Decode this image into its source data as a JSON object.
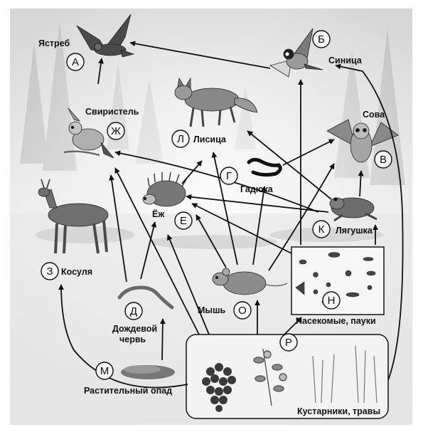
{
  "organisms": {
    "hawk": {
      "name": "Ястреб",
      "letter": "А"
    },
    "tit": {
      "name": "Синица",
      "letter": "Б"
    },
    "owl": {
      "name": "Сова",
      "letter": "В"
    },
    "viper": {
      "name": "Гадюка",
      "letter": "Г"
    },
    "worm": {
      "name_line1": "Дождевой",
      "name_line2": "червь",
      "letter": "Д"
    },
    "hedgehog": {
      "name": "Ёж",
      "letter": "Е"
    },
    "waxwing": {
      "name": "Свиристель",
      "letter": "Ж"
    },
    "roe": {
      "name": "Косуля",
      "letter": "З"
    },
    "frog": {
      "name": "Лягушка",
      "letter": "К"
    },
    "fox": {
      "name": "Лисица",
      "letter": "Л"
    },
    "litter": {
      "name": "Растительный опад",
      "letter": "М"
    },
    "insects": {
      "name": "Насекомые, пауки",
      "letter": "Н"
    },
    "mouse": {
      "name": "Мышь",
      "letter": "О"
    },
    "plants": {
      "name": "Кустарники, травы",
      "letter": "Р"
    }
  },
  "colors": {
    "ink": "#111111",
    "fog": "#dcdcdc",
    "bg": "#ececec"
  }
}
